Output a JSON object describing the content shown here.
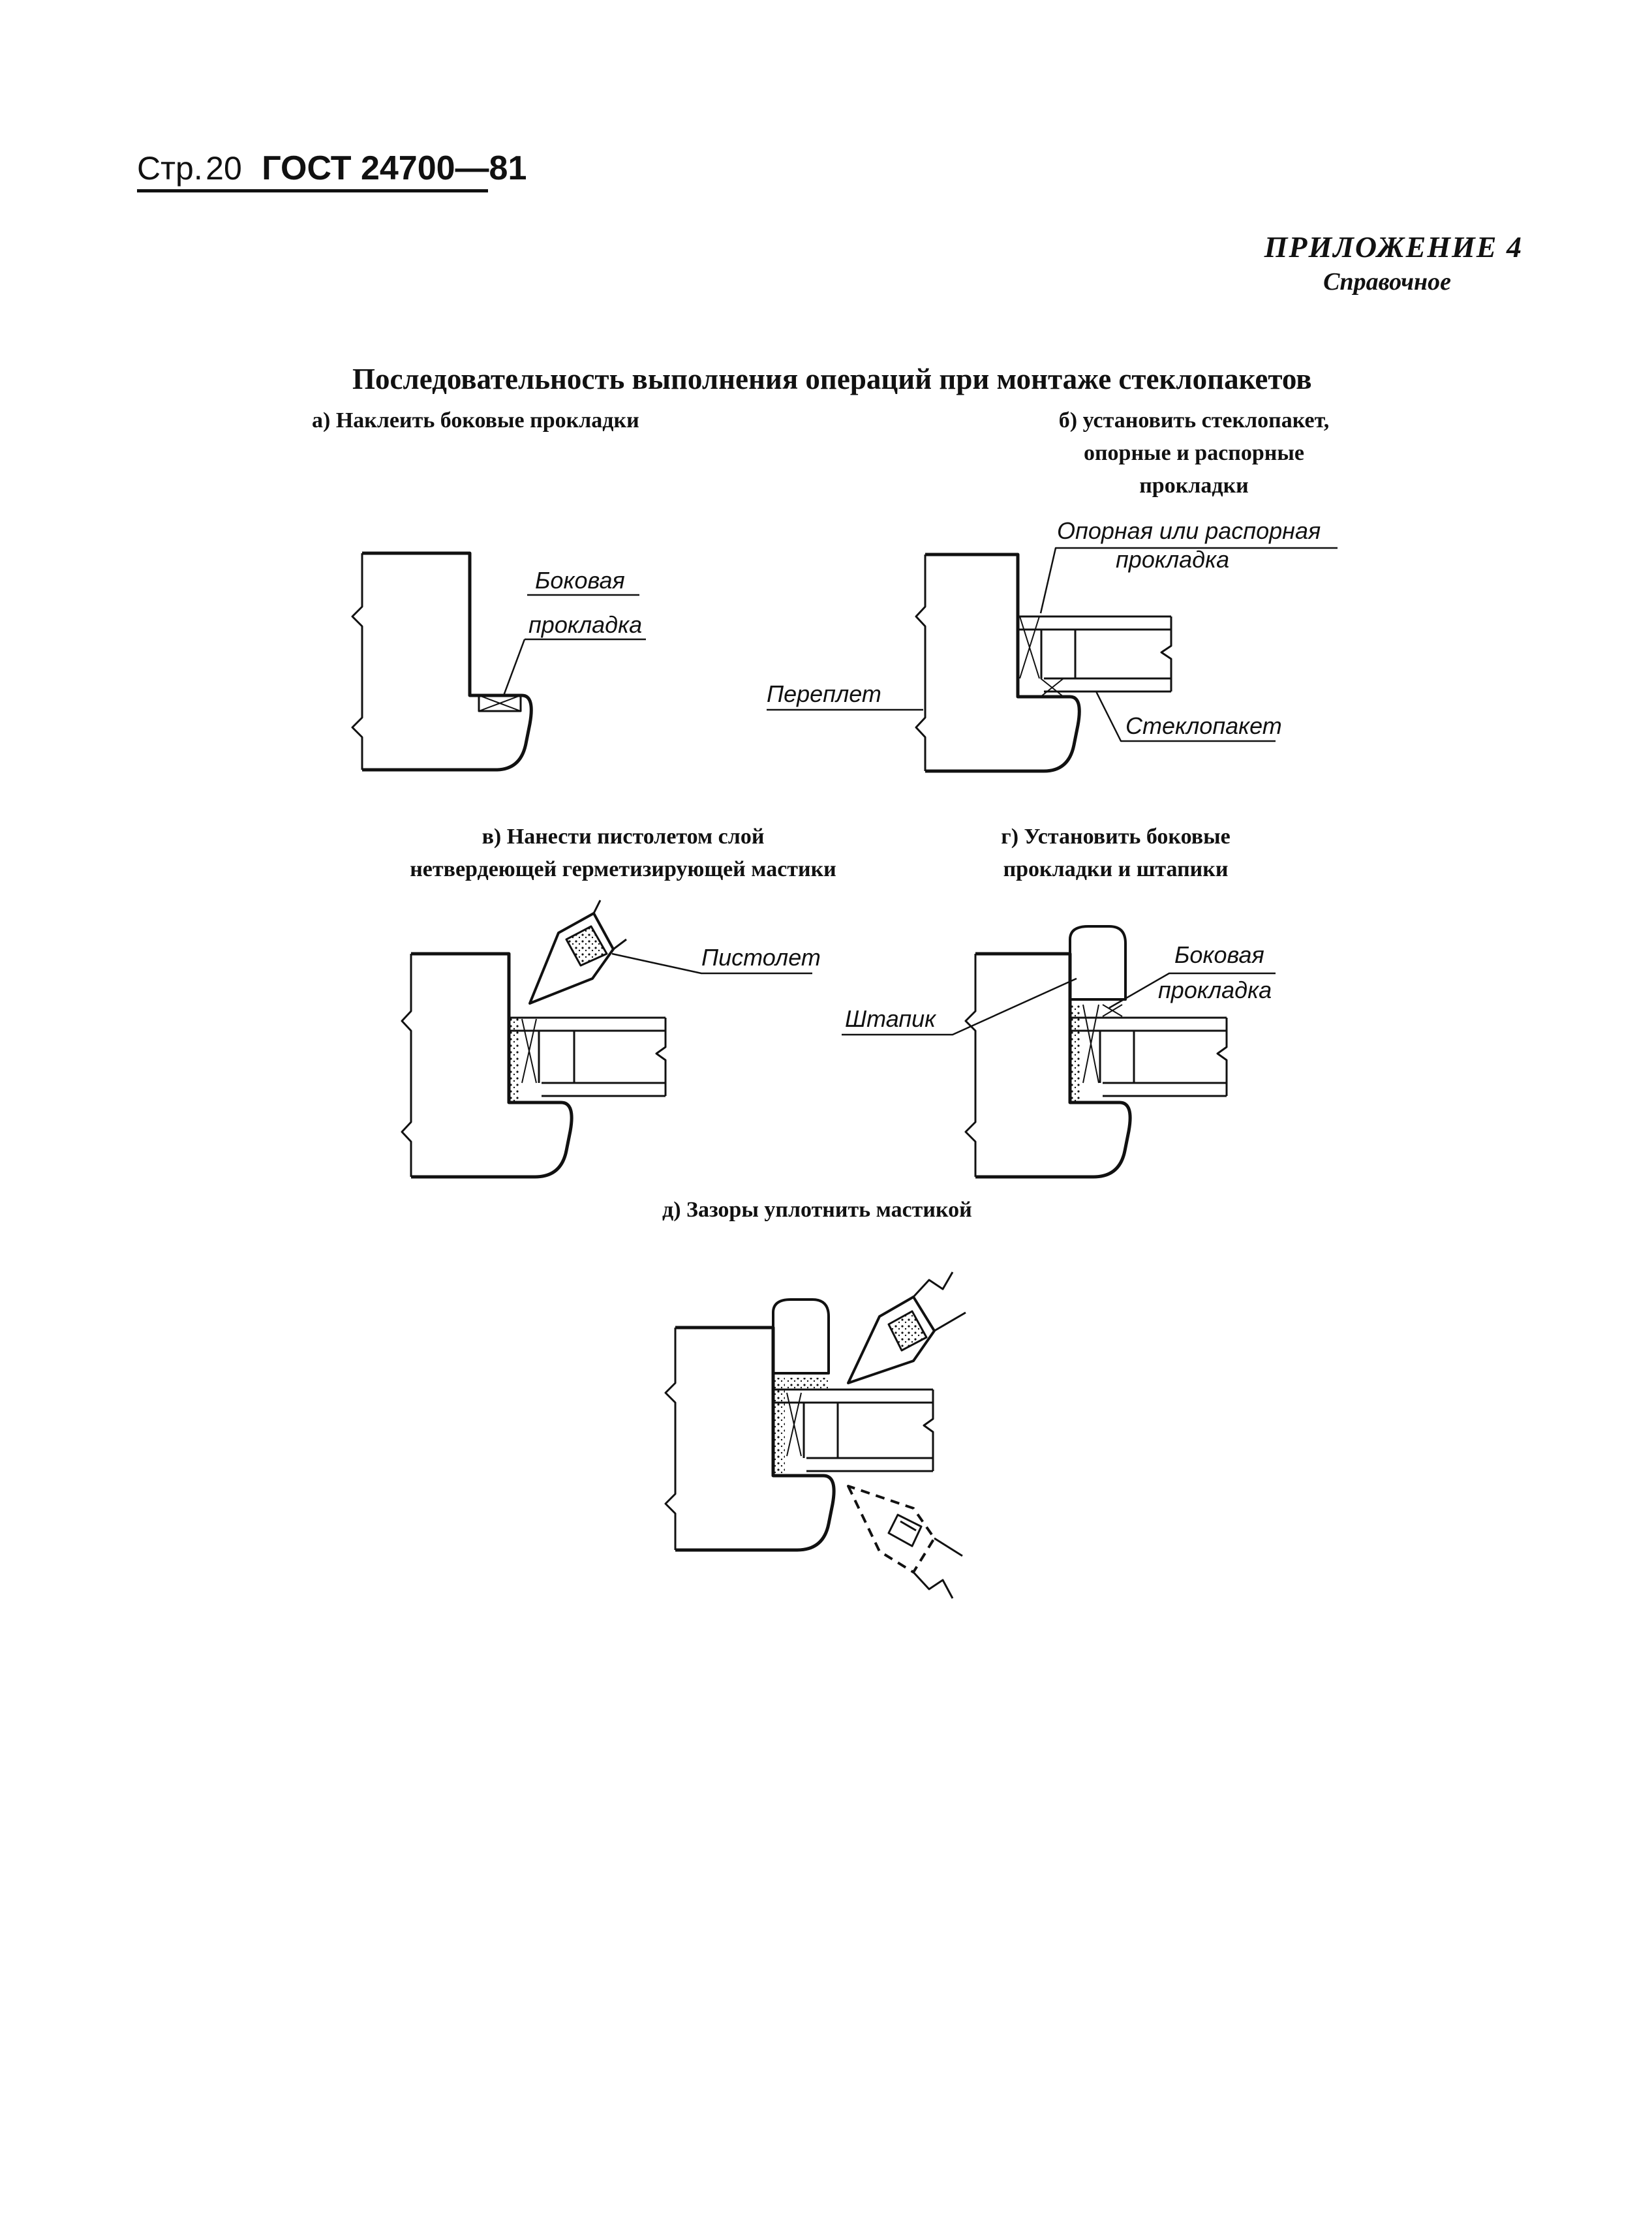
{
  "header": {
    "page_word": "Стр.",
    "page_number": "20",
    "standard": "ГОСТ 24700—81"
  },
  "appendix": {
    "title": "ПРИЛОЖЕНИЕ 4",
    "subtitle": "Справочное"
  },
  "title": "Последовательность выполнения операций при монтаже стеклопакетов",
  "steps": {
    "a": {
      "lines": [
        "а) Наклеить боковые прокладки"
      ]
    },
    "b": {
      "lines": [
        "б) установить стеклопакет,",
        "опорные и распорные",
        "прокладки"
      ]
    },
    "v": {
      "lines": [
        "в) Нанести пистолетом слой",
        "нетвердеющей герметизирующей мастики"
      ]
    },
    "g": {
      "lines": [
        "г) Установить боковые",
        "прокладки и штапики"
      ]
    },
    "d": {
      "lines": [
        "д) Зазоры уплотнить мастикой"
      ]
    }
  },
  "callouts": {
    "a_side_gasket": [
      "Боковая",
      "прокладка"
    ],
    "b_support_gasket": [
      "Опорная или распорная",
      "прокладка"
    ],
    "b_frame": "Переплет",
    "b_glass_unit": "Стеклопакет",
    "v_gun": "Пистолет",
    "g_side_gasket": [
      "Боковая",
      "прокладка"
    ],
    "g_bead": "Штапик"
  }
}
